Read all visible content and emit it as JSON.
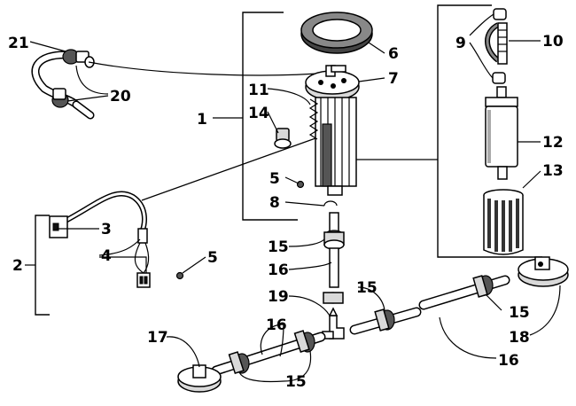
{
  "callouts": [
    "21",
    "20",
    "1",
    "14",
    "11",
    "5",
    "8",
    "6",
    "7",
    "9",
    "10",
    "12",
    "13",
    "3",
    "4",
    "2",
    "5",
    "15",
    "16",
    "19",
    "15",
    "17",
    "16",
    "15",
    "15",
    "18",
    "16"
  ]
}
